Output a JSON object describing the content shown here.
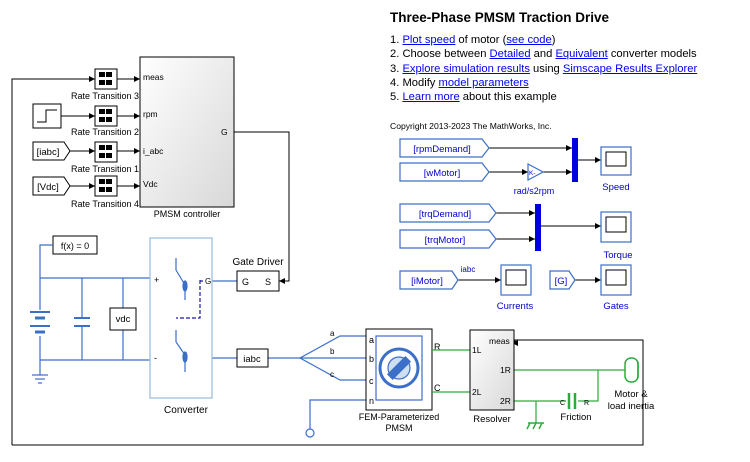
{
  "title": "Three-Phase PMSM Traction Drive",
  "steps": [
    {
      "num": "1.",
      "parts": [
        {
          "t": "Plot speed",
          "link": true
        },
        {
          "t": " of motor ("
        },
        {
          "t": "see code",
          "link": true
        },
        {
          "t": ")"
        }
      ]
    },
    {
      "num": "2.",
      "parts": [
        {
          "t": "Choose between "
        },
        {
          "t": "Detailed",
          "link": true
        },
        {
          "t": " and "
        },
        {
          "t": "Equivalent",
          "link": true
        },
        {
          "t": " converter models"
        }
      ]
    },
    {
      "num": "3.",
      "parts": [
        {
          "t": "Explore simulation results",
          "link": true
        },
        {
          "t": " using "
        },
        {
          "t": "Simscape Results Explorer",
          "link": true
        }
      ]
    },
    {
      "num": "4.",
      "parts": [
        {
          "t": "Modify "
        },
        {
          "t": "model parameters",
          "link": true
        }
      ]
    },
    {
      "num": "5.",
      "parts": [
        {
          "t": "Learn more",
          "link": true
        },
        {
          "t": " about this example"
        }
      ]
    }
  ],
  "copyright": "Copyright 2013-2023 The MathWorks, Inc.",
  "blocks": {
    "rt3": "Rate Transition 3",
    "rt2": "Rate Transition 2",
    "rt1": "Rate Transition 1",
    "rt4": "Rate Transition 4",
    "from_iabc": "[iabc]",
    "from_vdc": "[Vdc]",
    "ctrl_meas": "meas",
    "ctrl_rpm": "rpm",
    "ctrl_iabc": "i_abc",
    "ctrl_vdc": "Vdc",
    "ctrl_g": "G",
    "ctrl_name": "PMSM controller",
    "solver": "f(x) = 0",
    "gate_title": "Gate Driver",
    "gate_g": "G",
    "gate_s": "S",
    "vdc_goto": "vdc",
    "iabc_goto": "iabc",
    "converter": "Converter",
    "conv_plus": "+",
    "conv_minus": "-",
    "conv_g": "G",
    "wire_a": "a",
    "wire_b": "b",
    "wire_c": "c",
    "pmsm_a": "a",
    "pmsm_b": "b",
    "pmsm_c": "c",
    "pmsm_n": "n",
    "pmsm_r": "R",
    "pmsm_cp": "C",
    "pmsm_name1": "FEM-Parameterized",
    "pmsm_name2": "PMSM",
    "res_meas": "meas",
    "res_1l": "1L",
    "res_2l": "2L",
    "res_1r": "1R",
    "res_2r": "2R",
    "res_name": "Resolver",
    "fric_c": "C",
    "fric_r": "R",
    "fric_name": "Friction",
    "load1": "Motor &",
    "load2": "load inertia",
    "rpm_demand": "[rpmDemand]",
    "wmotor": "[wMotor]",
    "rads2rpm": "rad/s2rpm",
    "gain_k": "K-",
    "speed": "Speed",
    "trq_demand": "[trqDemand]",
    "trq_motor": "[trqMotor]",
    "torque": "Torque",
    "imotor": "[iMotor]",
    "iabc_sig": "iabc",
    "currents": "Currents",
    "g_from": "[G]",
    "gates": "Gates"
  },
  "colors": {
    "link": "#0000ee",
    "signal": "#000000",
    "electrical": "#3c6fc8",
    "mechanical": "#2eaa3c",
    "bus": "#0000dd",
    "block_border": "#000000"
  }
}
